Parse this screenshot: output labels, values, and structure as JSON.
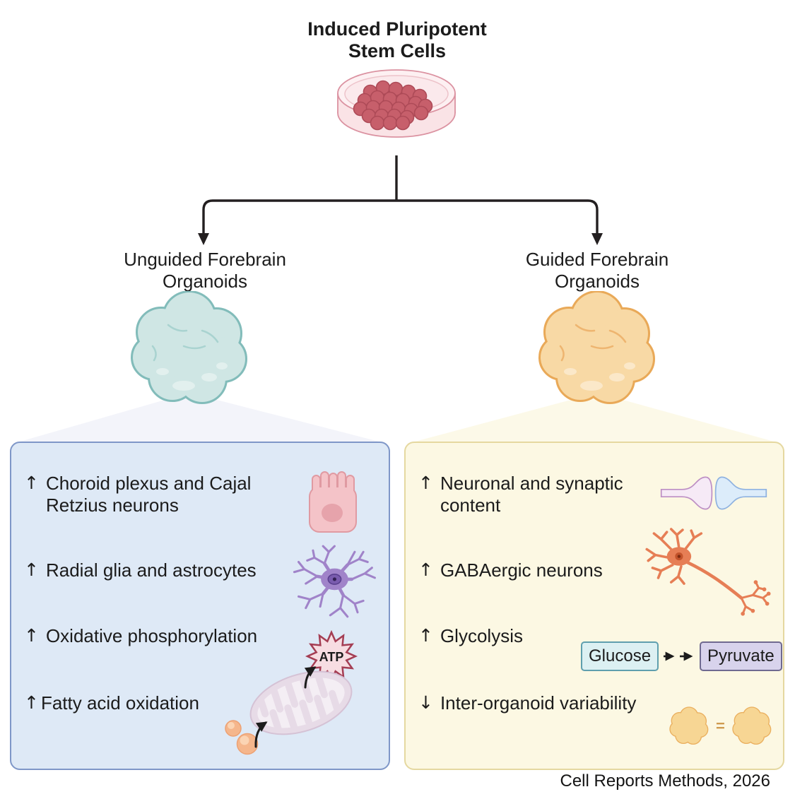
{
  "header": {
    "title": "Induced Pluripotent\nStem Cells"
  },
  "branches": {
    "left_label": "Unguided Forebrain\nOrganoids",
    "right_label": "Guided Forebrain\nOrganoids"
  },
  "left_panel": {
    "items": [
      {
        "arrow": "↑",
        "text": "Choroid plexus and Cajal\nRetzius neurons",
        "icon": "choroid-plexus-epithelial-cell"
      },
      {
        "arrow": "↑",
        "text": "Radial glia and astrocytes",
        "icon": "astrocyte"
      },
      {
        "arrow": "↑",
        "text": "Oxidative phosphorylation",
        "icon": "atp-burst"
      },
      {
        "arrow": "↑",
        "text": "Fatty acid oxidation",
        "icon": "mitochondrion-with-fatty-acids"
      }
    ],
    "atp_label": "ATP"
  },
  "right_panel": {
    "items": [
      {
        "arrow": "↑",
        "text": "Neuronal and synaptic\ncontent",
        "icon": "synapse"
      },
      {
        "arrow": "↑",
        "text": "GABAergic neurons",
        "icon": "neuron"
      },
      {
        "arrow": "↑",
        "text": "Glycolysis",
        "icon": "glucose-to-pyruvate"
      },
      {
        "arrow": "↓",
        "text": "Inter-organoid variability",
        "icon": "equal-organoids"
      }
    ],
    "glucose_label": "Glucose",
    "pyruvate_label": "Pyruvate",
    "equals_sign": "="
  },
  "footer": {
    "credit": "Cell Reports Methods, 2026"
  },
  "colors": {
    "left_panel_bg": "#dee9f6",
    "left_panel_border": "#7f97c8",
    "right_panel_bg": "#fcf8e3",
    "right_panel_border": "#e5d8a0",
    "unguided_organoid": "#cfe6e4",
    "guided_organoid": "#f8d9a5",
    "connector_line": "#231f20",
    "glucose_box": "#dcf0f2",
    "pyruvate_box": "#d8d3ec"
  }
}
